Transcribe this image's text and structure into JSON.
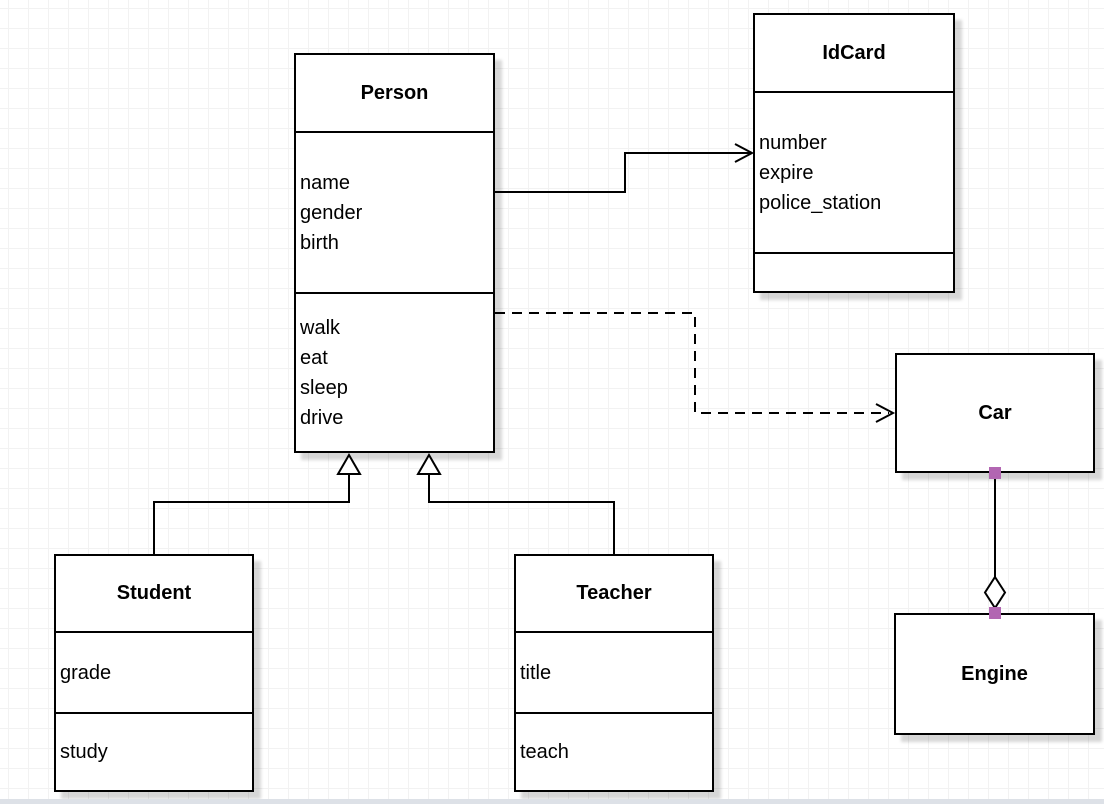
{
  "diagram": {
    "type": "uml-class-diagram",
    "classes": [
      {
        "name": "Person",
        "attributes": [
          "name",
          "gender",
          "birth"
        ],
        "methods": [
          "walk",
          "eat",
          "sleep",
          "drive"
        ]
      },
      {
        "name": "IdCard",
        "attributes": [
          "number",
          "expire",
          "police_station"
        ],
        "methods": []
      },
      {
        "name": "Car",
        "attributes": [],
        "methods": []
      },
      {
        "name": "Engine",
        "attributes": [],
        "methods": []
      },
      {
        "name": "Student",
        "attributes": [
          "grade"
        ],
        "methods": [
          "study"
        ]
      },
      {
        "name": "Teacher",
        "attributes": [
          "title"
        ],
        "methods": [
          "teach"
        ]
      }
    ],
    "relationships": [
      {
        "from": "Person",
        "to": "IdCard",
        "type": "association",
        "line": "solid",
        "arrowhead": "open-arrow"
      },
      {
        "from": "Person",
        "to": "Car",
        "type": "dependency",
        "line": "dashed",
        "arrowhead": "open-arrow"
      },
      {
        "from": "Student",
        "to": "Person",
        "type": "generalization",
        "line": "solid",
        "arrowhead": "hollow-triangle"
      },
      {
        "from": "Teacher",
        "to": "Person",
        "type": "generalization",
        "line": "solid",
        "arrowhead": "hollow-triangle"
      },
      {
        "from": "Car",
        "to": "Engine",
        "type": "aggregation",
        "line": "solid",
        "arrowhead": "hollow-diamond"
      }
    ],
    "colors": {
      "stroke": "#000000",
      "fill": "#ffffff",
      "grid_line": "#f2f2f2",
      "endpoint_marker": "#b266b2",
      "shadow": "rgba(0,0,0,0.16)"
    }
  }
}
